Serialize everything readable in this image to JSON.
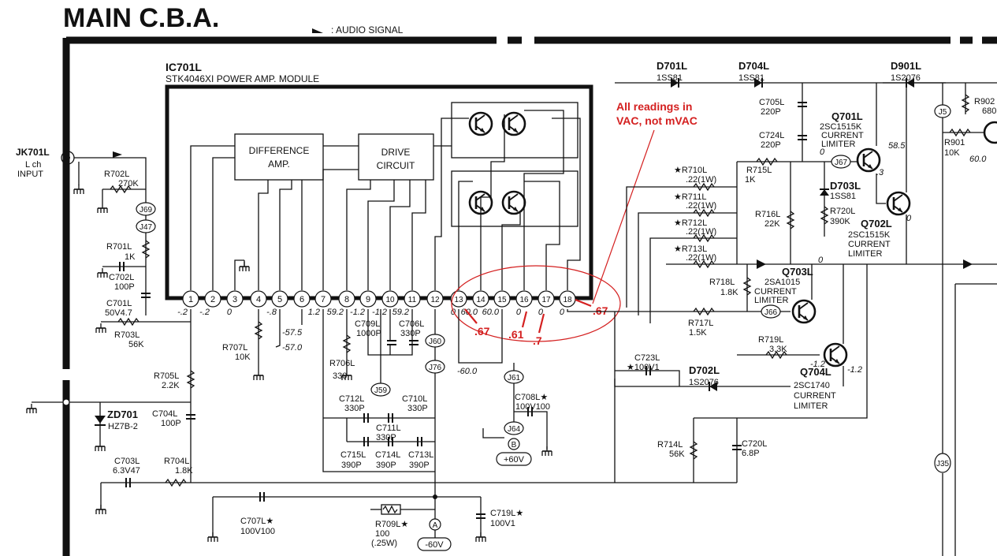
{
  "title": "MAIN C.B.A.",
  "legend": ": AUDIO SIGNAL",
  "note": [
    "All readings in",
    "VAC, not mVAC"
  ],
  "module": {
    "ref": "IC701L",
    "desc": "STK4046XI POWER AMP. MODULE",
    "block1": [
      "DIFFERENCE",
      "AMP."
    ],
    "block2": [
      "DRIVE",
      "CIRCUIT"
    ]
  },
  "pins": [
    "1",
    "2",
    "3",
    "4",
    "5",
    "6",
    "7",
    "8",
    "9",
    "10",
    "11",
    "12",
    "13",
    "14",
    "15",
    "16",
    "17",
    "18"
  ],
  "pin_voltages": [
    "-.2",
    "-.2",
    "0",
    "",
    "-.8",
    "",
    "1.2",
    "59.2",
    "-1.2",
    "-1.2",
    "59.2",
    "",
    "0",
    "60.0",
    "60.0",
    "0",
    "0",
    "0"
  ],
  "extra_voltages": [
    "-57.5",
    "-57.0",
    "-60.0",
    "58.5",
    ".3",
    "0",
    "0",
    "0",
    "-1.2",
    "-1.2",
    "60.0"
  ],
  "red_readings": [
    ".67",
    ".61",
    ".7",
    ".67"
  ],
  "input": {
    "ref": "JK701L",
    "l1": "L ch",
    "l2": "INPUT"
  },
  "components": {
    "r702": [
      "R702L",
      "270K"
    ],
    "r701": [
      "R701L",
      "1K"
    ],
    "c702": [
      "C702L",
      "100P"
    ],
    "c701": [
      "C701L",
      "50V4.7"
    ],
    "r703": [
      "R703L",
      "56K"
    ],
    "r705": [
      "R705L",
      "2.2K"
    ],
    "c704": [
      "C704L",
      "100P"
    ],
    "zd701": [
      "ZD701",
      "HZ7B-2"
    ],
    "c703": [
      "C703L",
      "6.3V47"
    ],
    "r704": [
      "R704L",
      "1.8K"
    ],
    "r707": [
      "R707L",
      "10K"
    ],
    "r706": [
      "R706L",
      "330"
    ],
    "c709": [
      "C709L",
      "1000P"
    ],
    "c706": [
      "C706L",
      "330P"
    ],
    "c712": [
      "C712L",
      "330P"
    ],
    "c710": [
      "C710L",
      "330P"
    ],
    "c711": [
      "C711L",
      "330P"
    ],
    "c715": [
      "C715L",
      "390P"
    ],
    "c714": [
      "C714L",
      "390P"
    ],
    "c713": [
      "C713L",
      "390P"
    ],
    "c708": [
      "C708L★",
      "100V100"
    ],
    "c707": [
      "C707L★",
      "100V100"
    ],
    "r709": [
      "R709L★",
      "100",
      "(.25W)"
    ],
    "c719": [
      "C719L★",
      "100V1"
    ],
    "c723": [
      "C723L",
      "★100V1"
    ],
    "d702": [
      "D702L",
      "1S2076"
    ],
    "d701": [
      "D701L",
      "1SS81"
    ],
    "d704": [
      "D704L",
      "1SS81"
    ],
    "d901": [
      "D901L",
      "1S2076"
    ],
    "c705": [
      "C705L",
      "220P"
    ],
    "c724": [
      "C724L",
      "220P"
    ],
    "q701": [
      "Q701L",
      "2SC1515K",
      "CURRENT",
      "LIMITER"
    ],
    "r715": [
      "R715L",
      "1K"
    ],
    "d703": [
      "D703L",
      "1SS81"
    ],
    "r720": [
      "R720L",
      "390K"
    ],
    "q702": [
      "Q702L",
      "2SC1515K",
      "CURRENT",
      "LIMITER"
    ],
    "r716": [
      "R716L",
      "22K"
    ],
    "r710": [
      "★R710L",
      ".22(1W)"
    ],
    "r711": [
      "★R711L",
      ".22(1W)"
    ],
    "r712": [
      "★R712L",
      ".22(1W)"
    ],
    "r713": [
      "★R713L",
      ".22(1W)"
    ],
    "r718": [
      "R718L",
      "1.8K"
    ],
    "q703": [
      "Q703L",
      "2SA1015",
      "CURRENT",
      "LIMITER"
    ],
    "r717": [
      "R717L",
      "1.5K"
    ],
    "r719": [
      "R719L",
      "3.3K"
    ],
    "q704": [
      "Q704L",
      "2SC1740",
      "CURRENT",
      "LIMITER"
    ],
    "r714": [
      "R714L",
      "56K"
    ],
    "c720": [
      "C720L",
      "6.8P"
    ],
    "r901": [
      "R901",
      "10K"
    ],
    "r902": [
      "R902",
      "680"
    ]
  },
  "jumpers": [
    "J69",
    "J47",
    "J60",
    "J76",
    "J59",
    "J61",
    "J64",
    "J67",
    "J66",
    "J5",
    "J35"
  ],
  "nodes": {
    "a": "A",
    "b": "B",
    "pos": "+60V",
    "neg": "-60V"
  }
}
